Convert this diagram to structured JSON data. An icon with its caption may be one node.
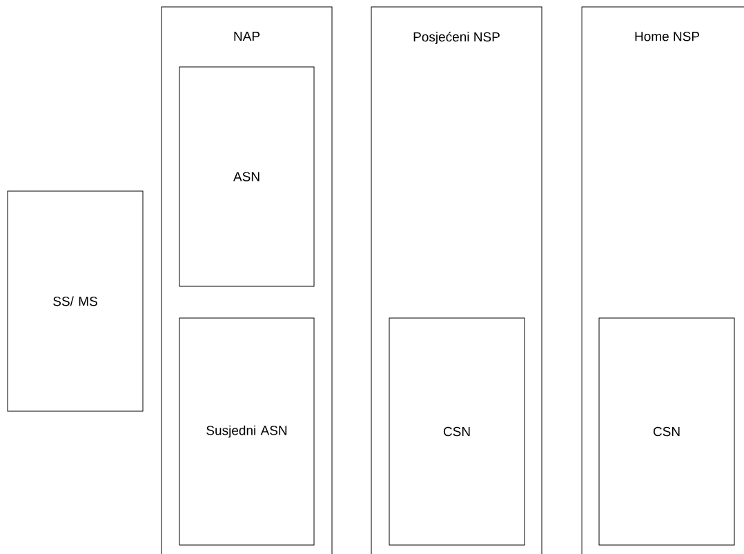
{
  "diagram": {
    "nodes": [
      {
        "text": [
          "SS/ MS"
        ]
      },
      {
        "text": [
          "NAP"
        ]
      },
      {
        "text": [
          "ASN"
        ],
        "in": 1
      },
      {
        "text": [
          "Susjedni ASN"
        ],
        "in": 1
      },
      {
        "text": [
          "Posjećeni NSP"
        ]
      },
      {
        "text": [
          "CSN"
        ],
        "in": 4
      },
      {
        "text": [
          "Home NSP"
        ]
      },
      {
        "text": [
          "CSN"
        ],
        "in": 6
      }
    ]
  }
}
